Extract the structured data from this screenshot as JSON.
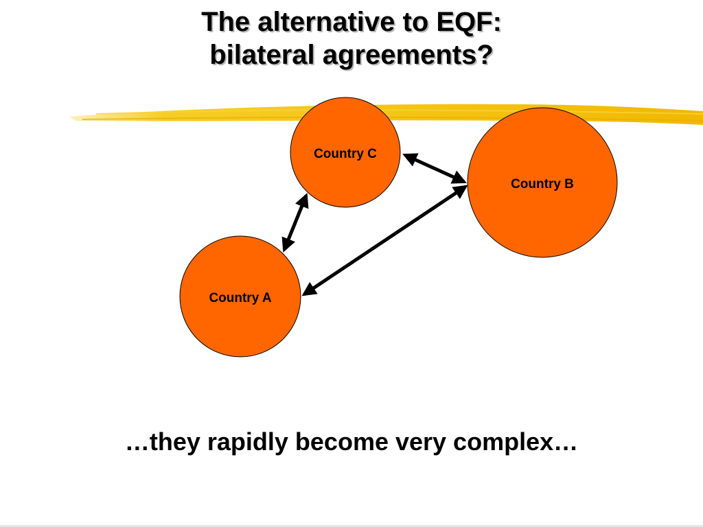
{
  "slide": {
    "title_line1": "The alternative to EQF:",
    "title_line2": "bilateral agreements?",
    "footer": "…they rapidly become very complex…"
  },
  "diagram": {
    "nodes": [
      {
        "id": "country-c",
        "label": "Country C"
      },
      {
        "id": "country-b",
        "label": "Country B"
      },
      {
        "id": "country-a",
        "label": "Country A"
      }
    ],
    "edges": [
      {
        "from": "country-c",
        "to": "country-b",
        "direction": "bidirectional"
      },
      {
        "from": "country-a",
        "to": "country-c",
        "direction": "bidirectional"
      },
      {
        "from": "country-a",
        "to": "country-b",
        "direction": "bidirectional"
      }
    ],
    "colors": {
      "node_fill": "#ff6600",
      "node_stroke": "#000000",
      "edge": "#000000",
      "brush_stroke": "#f5c400"
    }
  }
}
